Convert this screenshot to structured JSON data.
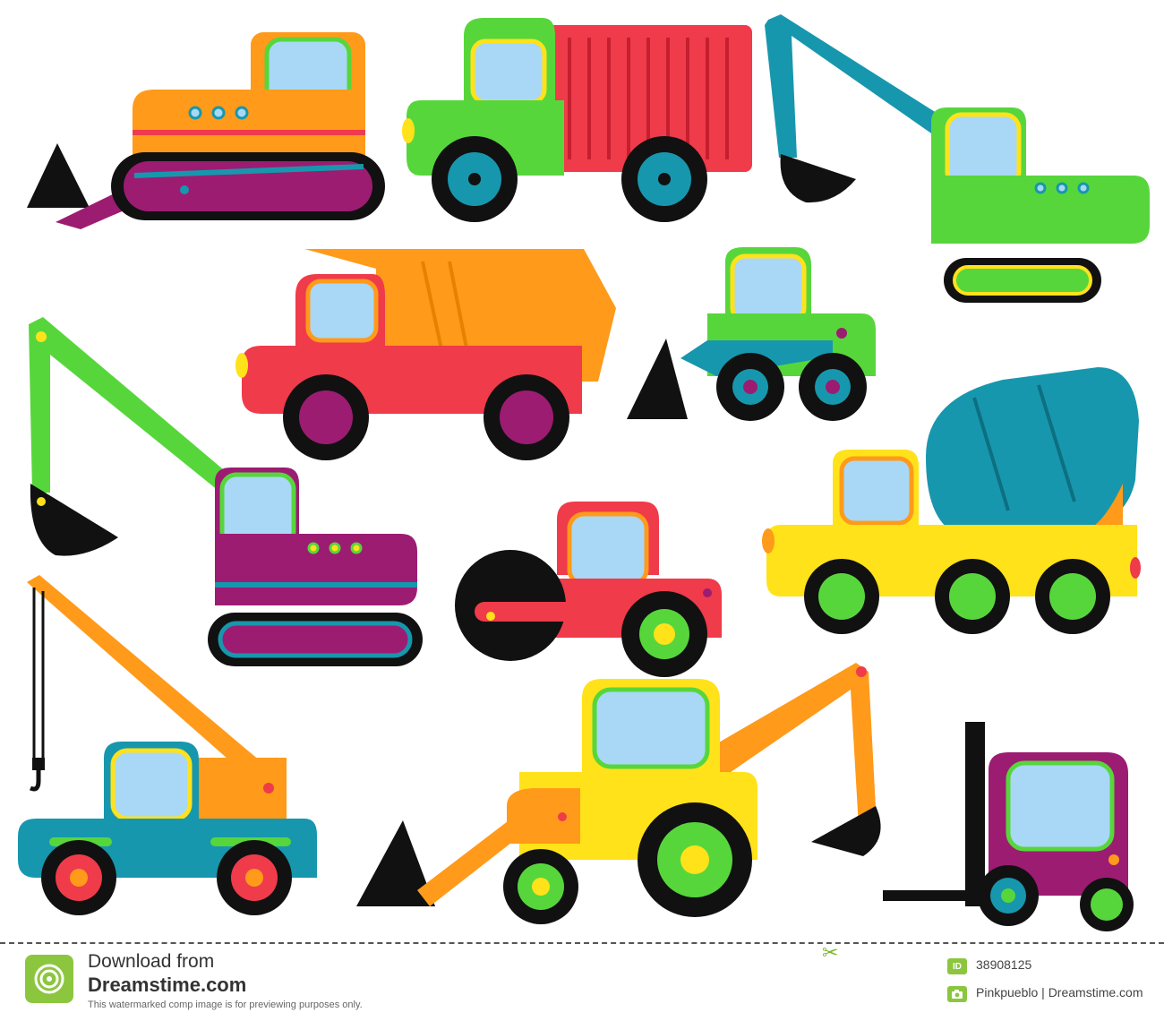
{
  "footer": {
    "download_line1": "Download from",
    "download_line2": "Dreamstime.com",
    "disclaimer": "This watermarked comp image is for previewing purposes only.",
    "id_label": "ID",
    "image_id": "38908125",
    "owner_line": "Pinkpueblo | Dreamstime.com"
  },
  "vehicles": [
    "bulldozer",
    "garbage-truck",
    "excavator",
    "dump-truck",
    "skid-loader",
    "long-arm-excavator",
    "road-roller",
    "cement-mixer",
    "crane-truck",
    "backhoe-loader",
    "forklift"
  ],
  "colors": {
    "orange": "#ff9a1a",
    "red": "#ef3b4a",
    "green": "#57d63c",
    "teal": "#1797ad",
    "purple": "#9c1c72",
    "yellow": "#ffe21a",
    "window": "#a8d8f5",
    "black": "#111111"
  }
}
